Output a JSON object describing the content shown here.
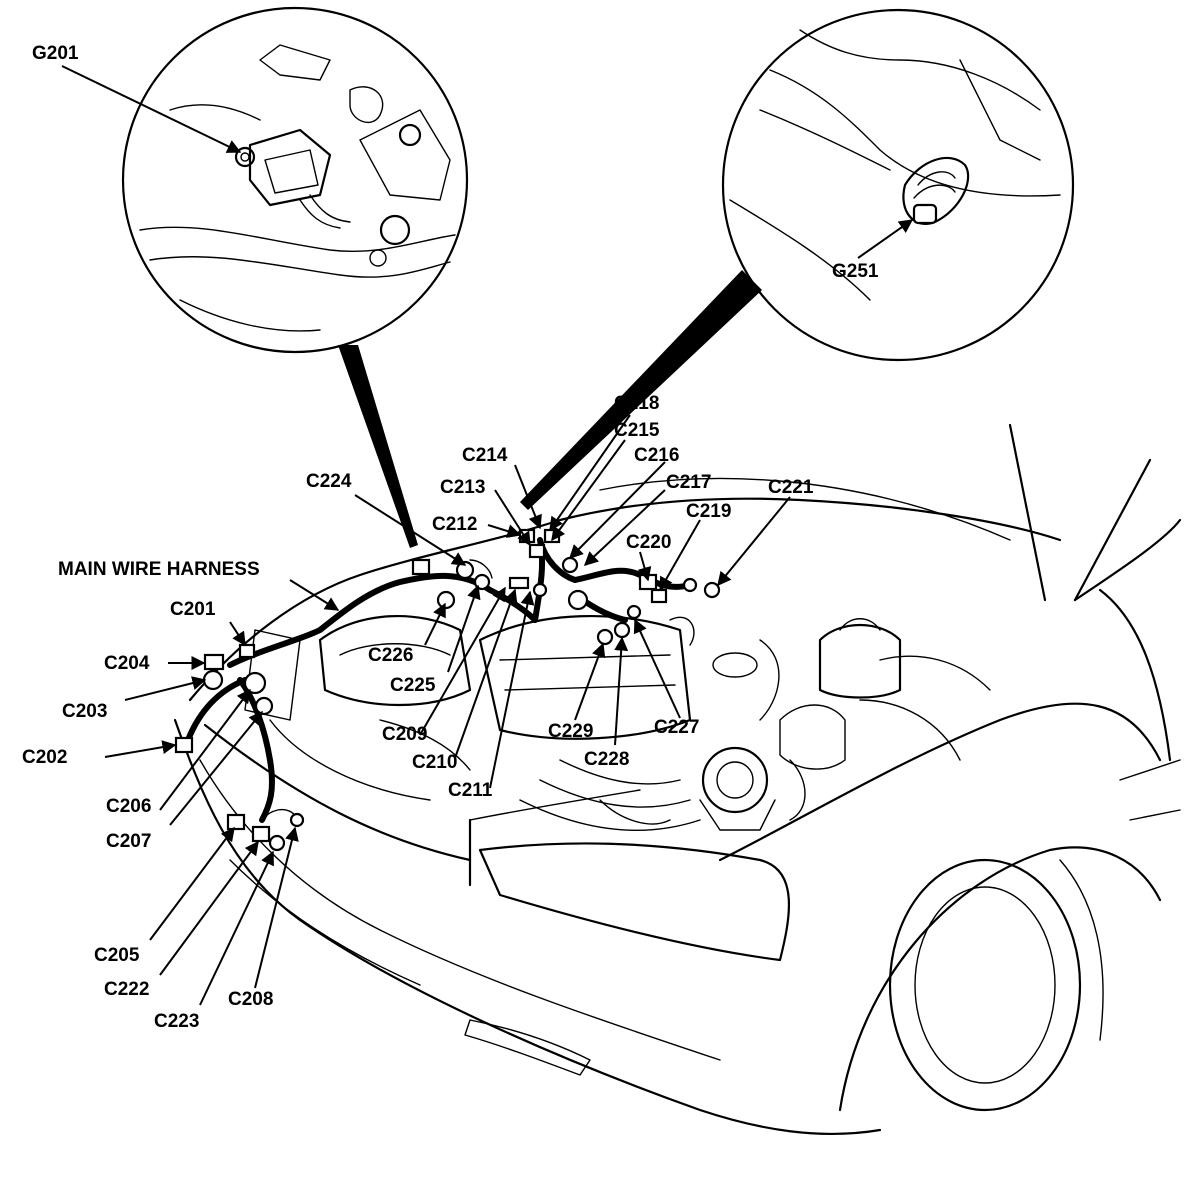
{
  "labels": {
    "G201": "G201",
    "G251": "G251",
    "C201": "C201",
    "C202": "C202",
    "C203": "C203",
    "C204": "C204",
    "C205": "C205",
    "C206": "C206",
    "C207": "C207",
    "C208": "C208",
    "C209": "C209",
    "C210": "C210",
    "C211": "C211",
    "C212": "C212",
    "C213": "C213",
    "C214": "C214",
    "C215": "C215",
    "C216": "C216",
    "C217": "C217",
    "C218": "C218",
    "C219": "C219",
    "C220": "C220",
    "C221": "C221",
    "C222": "C222",
    "C223": "C223",
    "C224": "C224",
    "C225": "C225",
    "C226": "C226",
    "C227": "C227",
    "C228": "C228",
    "C229": "C229",
    "harness": "MAIN WIRE HARNESS"
  }
}
